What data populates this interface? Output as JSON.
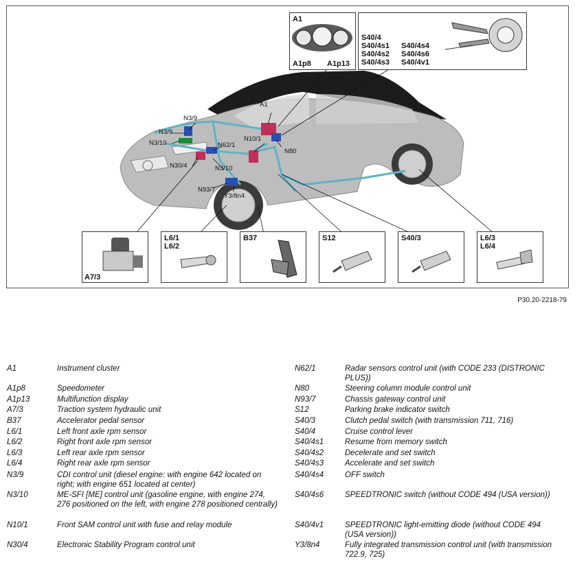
{
  "figure_id": "P30.20-2218-79",
  "callouts": {
    "A1": "A1",
    "N3_9a": "N3/9",
    "N3_9b": "N3/9",
    "N3_10a": "N3/10",
    "N3_10b": "N3/10",
    "N62_1": "N62/1",
    "N10_1": "N10/1",
    "N80": "N80",
    "N30_4": "N30/4",
    "N93_7": "N93/7",
    "Y3_8n4": "Y3/8n4"
  },
  "insets": {
    "cluster": {
      "title": "A1",
      "left_label": "A1p8",
      "right_label": "A1p13"
    },
    "lever": {
      "col1": "S40/4\nS40/4s1\nS40/4s2\nS40/4s3",
      "col2": "S40/4s4\nS40/4s6\nS40/4v1"
    },
    "a73": {
      "label": "A7/3"
    },
    "l61": {
      "label": "L6/1\nL6/2"
    },
    "b37": {
      "label": "B37"
    },
    "s12": {
      "label": "S12"
    },
    "s403": {
      "label": "S40/3"
    },
    "l63": {
      "label": "L6/3\nL6/4"
    }
  },
  "legend_left": [
    {
      "code": "A1",
      "desc": "Instrument cluster"
    },
    {
      "code": "A1p8",
      "desc": "Speedometer"
    },
    {
      "code": "A1p13",
      "desc": "Multifunction display"
    },
    {
      "code": "A7/3",
      "desc": "Traction system hydraulic unit"
    },
    {
      "code": "B37",
      "desc": "Accelerator pedal sensor"
    },
    {
      "code": "L6/1",
      "desc": "Left front axle rpm sensor"
    },
    {
      "code": "L6/2",
      "desc": "Right front axle rpm sensor"
    },
    {
      "code": "L6/3",
      "desc": "Left rear axle rpm sensor"
    },
    {
      "code": "L6/4",
      "desc": "Right rear axle rpm sensor"
    },
    {
      "code": "N3/9",
      "desc": "CDI control unit (diesel engine: with engine 642 located on right; with engine 651 located at center)"
    },
    {
      "code": "N3/10",
      "desc": "ME-SFI [ME] control unit (gasoline engine, with engine 274, 276 positioned on the left, with engine 278 positioned centrally)"
    },
    {
      "code": "N10/1",
      "desc": "Front SAM control unit with fuse and relay module"
    },
    {
      "code": "N30/4",
      "desc": "Electronic Stability Program control unit"
    }
  ],
  "legend_right": [
    {
      "code": "N62/1",
      "desc": "Radar sensors control unit (with CODE 233 (DISTRONIC PLUS))"
    },
    {
      "code": "N80",
      "desc": "Steering column module control unit"
    },
    {
      "code": "N93/7",
      "desc": "Chassis gateway control unit"
    },
    {
      "code": "S12",
      "desc": "Parking brake indicator switch"
    },
    {
      "code": "S40/3",
      "desc": "Clutch pedal switch (with transmission 711, 716)"
    },
    {
      "code": "S40/4",
      "desc": "Cruise control lever"
    },
    {
      "code": "S40/4s1",
      "desc": "Resume from memory switch"
    },
    {
      "code": "S40/4s2",
      "desc": "Decelerate and set switch"
    },
    {
      "code": "S40/4s3",
      "desc": "Accelerate and set switch"
    },
    {
      "code": "S40/4s4",
      "desc": "OFF switch"
    },
    {
      "code": "S40/4s6",
      "desc": "SPEEDTRONIC switch (without CODE 494 (USA version))"
    },
    {
      "code": "S40/4v1",
      "desc": "SPEEDTRONIC light-emitting diode (without CODE 494 (USA version))"
    },
    {
      "code": "Y3/8n4",
      "desc": "Fully integrated transmission control unit (with transmission 722.9, 725)"
    }
  ]
}
